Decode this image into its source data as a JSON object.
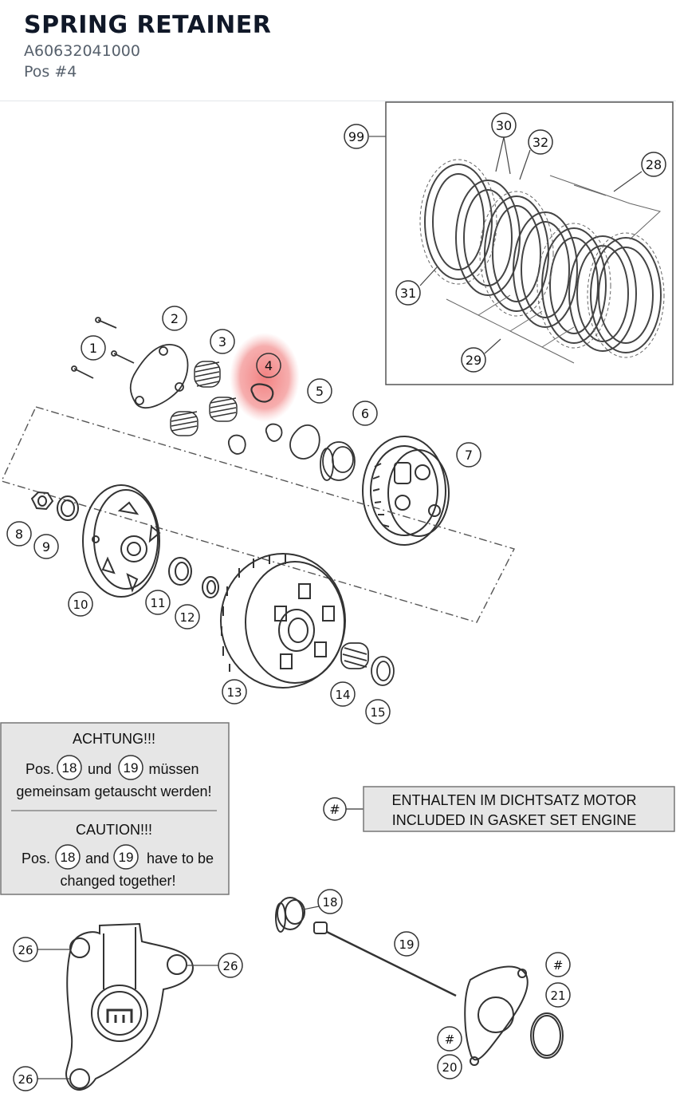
{
  "header": {
    "title": "SPRING RETAINER",
    "part_number": "A60632041000",
    "position": "Pos #4"
  },
  "diagram": {
    "highlight_color": "#f28b8b",
    "selected_pos": "4",
    "callouts": [
      "1",
      "2",
      "3",
      "4",
      "5",
      "6",
      "7",
      "8",
      "9",
      "10",
      "11",
      "12",
      "13",
      "14",
      "15",
      "18",
      "19",
      "20",
      "21",
      "26",
      "26",
      "26",
      "28",
      "29",
      "30",
      "31",
      "32",
      "99",
      "#",
      "#",
      "#"
    ],
    "warning": {
      "de_title": "ACHTUNG!!!",
      "de_pre": "Pos.",
      "de_ref1": "18",
      "de_mid": "und",
      "de_ref2": "19",
      "de_post": "müssen",
      "de_line2": "gemeinsam getauscht werden!",
      "en_title": "CAUTION!!!",
      "en_pre": "Pos.",
      "en_ref1": "18",
      "en_mid": "and",
      "en_ref2": "19",
      "en_post": "have to be",
      "en_line2": "changed together!"
    },
    "legend": {
      "symbol": "#",
      "line1": "ENTHALTEN IM DICHTSATZ MOTOR",
      "line2": "INCLUDED IN GASKET SET ENGINE"
    }
  }
}
